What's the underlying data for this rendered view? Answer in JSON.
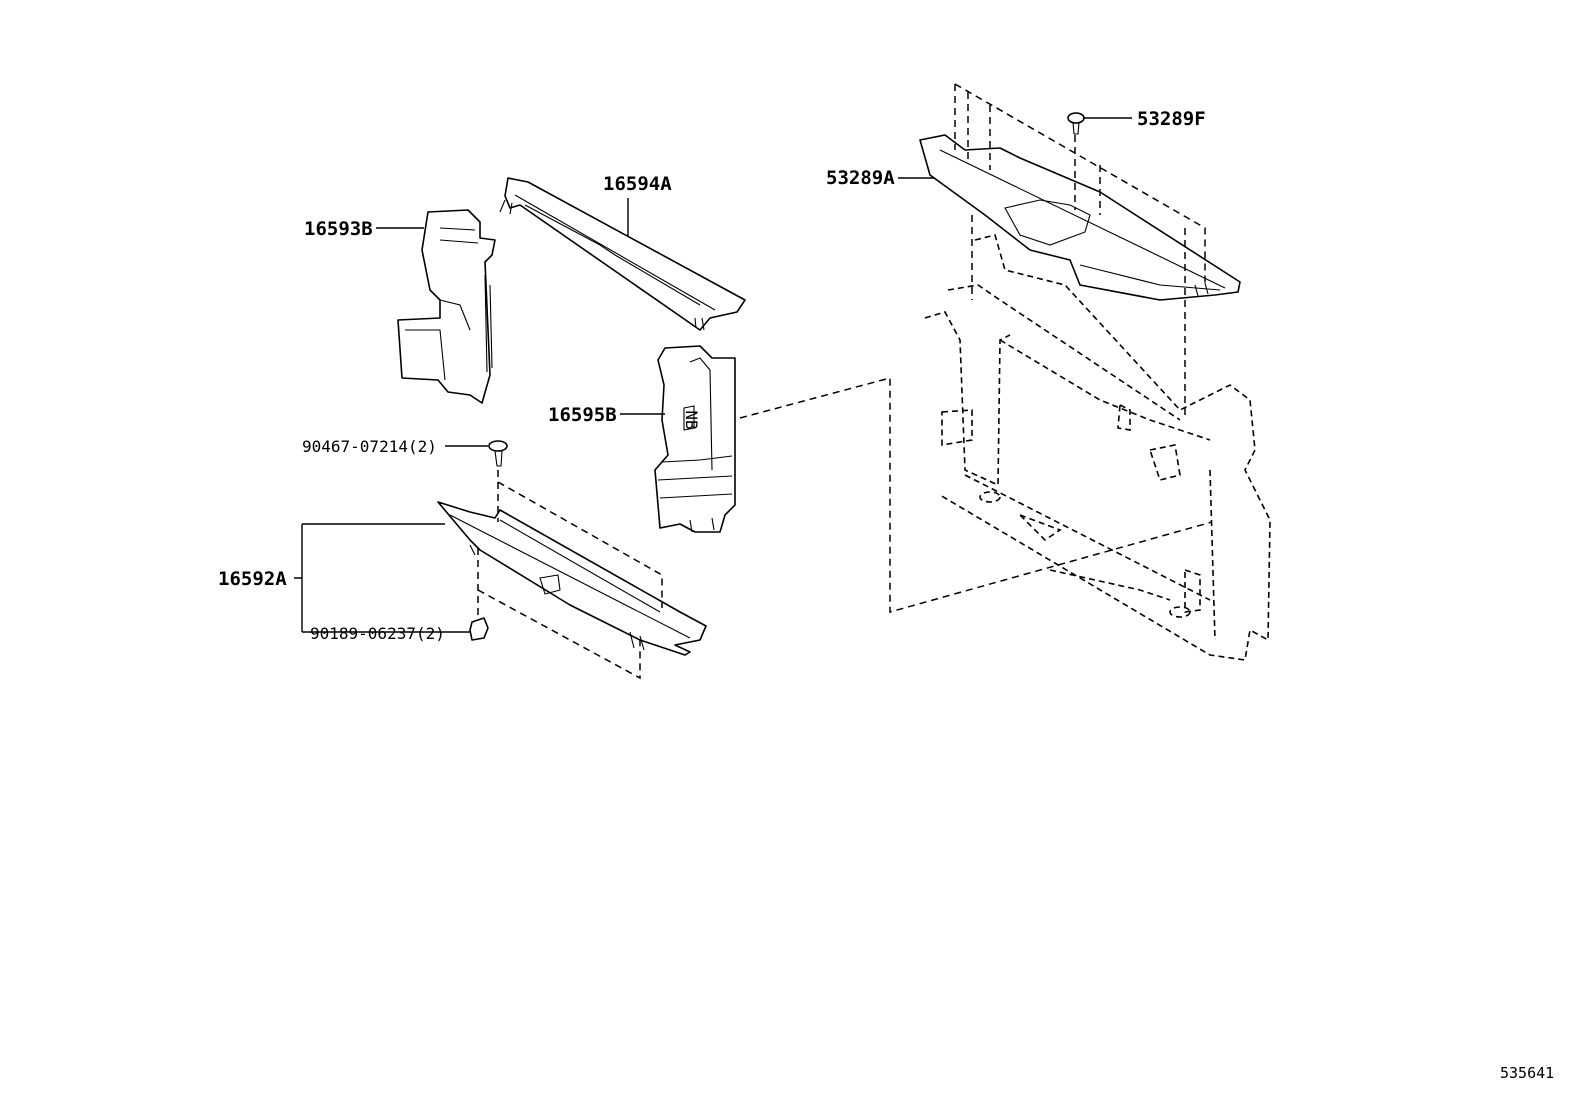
{
  "diagram": {
    "catalog_number": "535641",
    "callouts": [
      {
        "id": "16594A",
        "text": "16594A"
      },
      {
        "id": "16593B",
        "text": "16593B"
      },
      {
        "id": "16595B",
        "text": "16595B"
      },
      {
        "id": "90467-07214",
        "text": "90467-07214(2)"
      },
      {
        "id": "16592A",
        "text": "16592A"
      },
      {
        "id": "90189-06237",
        "text": "90189-06237(2)"
      },
      {
        "id": "53289A",
        "text": "53289A"
      },
      {
        "id": "53289F",
        "text": "53289F"
      }
    ],
    "part_marking": "NB"
  }
}
